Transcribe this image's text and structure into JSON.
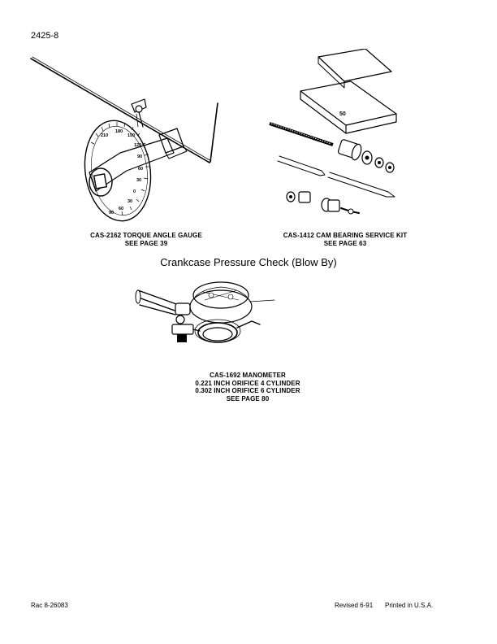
{
  "header": {
    "page_number": "2425-8"
  },
  "tools": [
    {
      "name": "CAS-2162 TORQUE ANGLE GAUGE",
      "reference": "SEE PAGE 39"
    },
    {
      "name": "CAS-1412 CAM BEARING SERVICE KIT",
      "reference": "SEE PAGE 63"
    }
  ],
  "section": {
    "title": "Crankcase Pressure Check (Blow By)",
    "tool": {
      "name": "CAS-1692 MANOMETER",
      "lines": [
        "0.221 INCH ORIFICE 4 CYLINDER",
        "0.302 INCH ORIFICE 6 CYLINDER"
      ],
      "reference": "SEE PAGE 80"
    }
  },
  "gauge_dial_labels": [
    "210",
    "180",
    "150",
    "120",
    "90",
    "60",
    "30",
    "0",
    "30",
    "60",
    "90"
  ],
  "kit_box_label": "50",
  "footer": {
    "left": "Rac 8-26083",
    "revised": "Revised 6-91",
    "printed": "Printed in U.S.A."
  }
}
